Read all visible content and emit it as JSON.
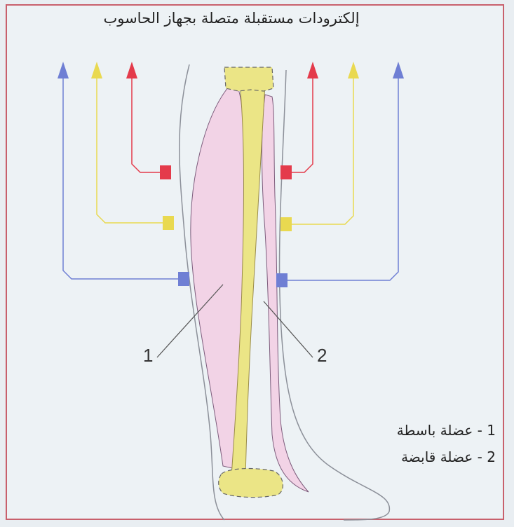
{
  "title": "إلكترودات مستقبلة متصلة بجهاز الحاسوب",
  "labels": {
    "one": "1",
    "two": "2"
  },
  "legend": [
    "1 - عضلة باسطة",
    "2 - عضلة قابضة"
  ],
  "colors": {
    "frame": "#c8606c",
    "muscle": "#f2d3e6",
    "bone": "#ebe586",
    "red": "#e43b4b",
    "yellow": "#e9d950",
    "blue": "#6f7fd4"
  }
}
